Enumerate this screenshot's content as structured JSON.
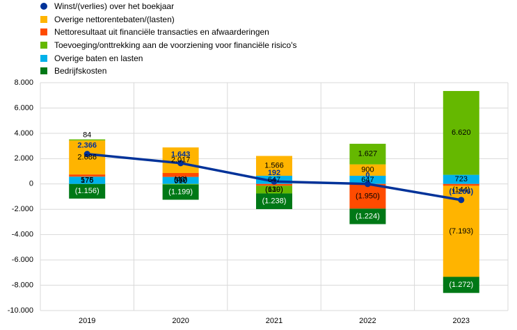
{
  "chart_data": {
    "type": "bar",
    "stacked": true,
    "categories": [
      "2019",
      "2020",
      "2021",
      "2022",
      "2023"
    ],
    "ylim": [
      -10000,
      8000
    ],
    "yticks": [
      8000,
      6000,
      4000,
      2000,
      0,
      -2000,
      -4000,
      -6000,
      -8000,
      -10000
    ],
    "ytick_labels": [
      "8.000",
      "6.000",
      "4.000",
      "2.000",
      "0",
      "-2.000",
      "-4.000",
      "-6.000",
      "-8.000",
      "-10.000"
    ],
    "grid": true,
    "legend_position": "top-left",
    "series": [
      {
        "name": "Overige baten en lasten",
        "color": "#00b1ea",
        "values": [
          575,
          557,
          647,
          647,
          723
        ],
        "labels": [
          "575",
          "557",
          "647",
          "647",
          "723"
        ]
      },
      {
        "name": "Nettoresultaat uit financiële transacties en afwaarderingen",
        "color": "#ff4b00",
        "values": [
          176,
          310,
          -139,
          -1950,
          -144
        ],
        "labels": [
          "176",
          "310",
          "(139)",
          "(1.950)",
          "(144)"
        ]
      },
      {
        "name": "Overige nettorentebaten/(lasten)",
        "color": "#ffb400",
        "values": [
          2686,
          2017,
          1566,
          900,
          -7193
        ],
        "labels": [
          "2.686",
          "2.017",
          "1.566",
          "900",
          "(7.193)"
        ]
      },
      {
        "name": "Toevoeging/onttrekking aan de voorziening voor financiële risico's",
        "color": "#65b800",
        "values": [
          84,
          -48,
          -610,
          1627,
          6620
        ],
        "labels": [
          "84",
          "(48)",
          "(610)",
          "1.627",
          "6.620"
        ]
      },
      {
        "name": "Bedrijfskosten",
        "color": "#007816",
        "values": [
          -1156,
          -1199,
          -1238,
          -1224,
          -1272
        ],
        "labels": [
          "(1.156)",
          "(1.199)",
          "(1.238)",
          "(1.224)",
          "(1.272)"
        ]
      }
    ],
    "line": {
      "name": "Winst/(verlies) over het boekjaar",
      "color": "#003299",
      "values": [
        2366,
        1643,
        192,
        0,
        -1266
      ],
      "labels": [
        "2.366",
        "1.643",
        "192",
        "0",
        "(1.266)"
      ]
    }
  },
  "legend": [
    {
      "label": "Winst/(verlies) over het boekjaar",
      "color": "#003299",
      "marker": "dot"
    },
    {
      "label": "Overige nettorentebaten/(lasten)",
      "color": "#ffb400",
      "marker": "square"
    },
    {
      "label": "Nettoresultaat uit financiële transacties en afwaarderingen",
      "color": "#ff4b00",
      "marker": "square"
    },
    {
      "label": "Toevoeging/onttrekking aan de voorziening voor financiële risico's",
      "color": "#65b800",
      "marker": "square"
    },
    {
      "label": "Overige baten en lasten",
      "color": "#00b1ea",
      "marker": "square"
    },
    {
      "label": "Bedrijfskosten",
      "color": "#007816",
      "marker": "square"
    }
  ]
}
